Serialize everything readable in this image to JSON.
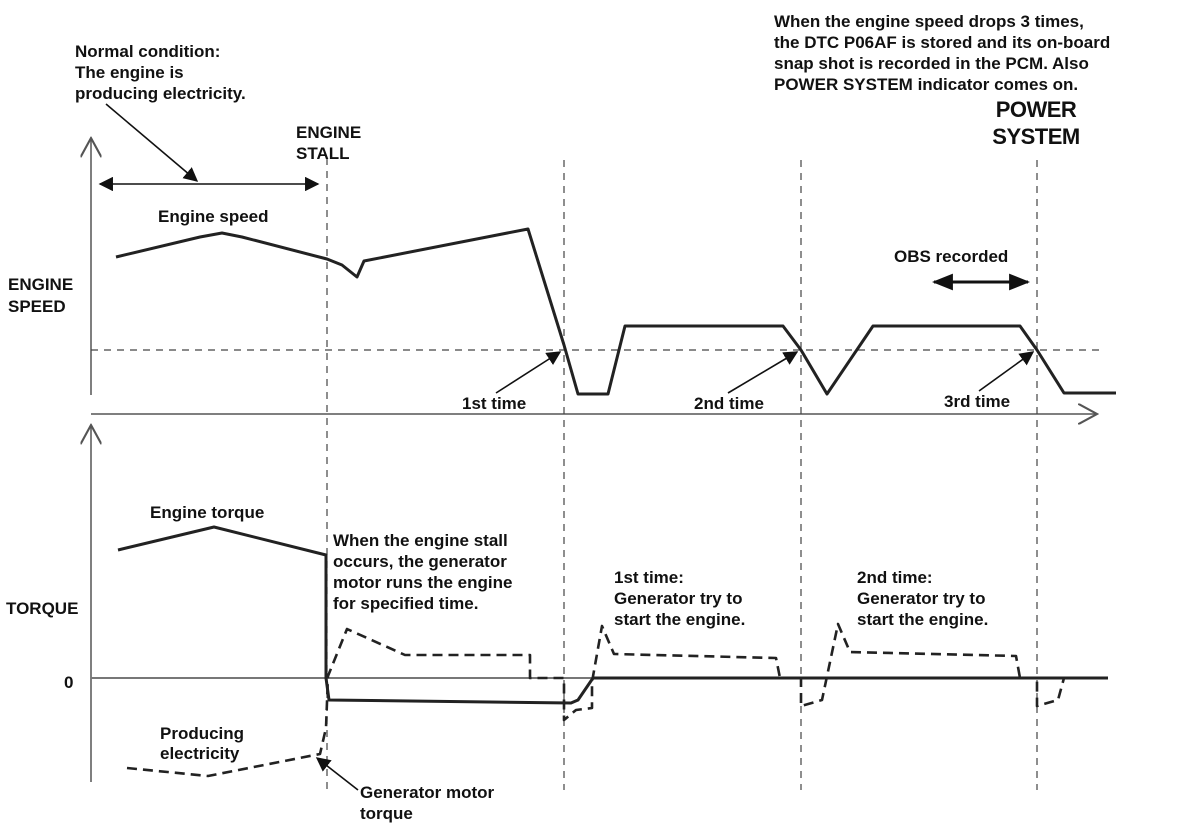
{
  "annotations": {
    "normal_condition": [
      "Normal condition:",
      "The engine is",
      "producing electricity."
    ],
    "engine_stall": [
      "ENGINE",
      "STALL"
    ],
    "dtc_note": [
      "When the engine speed drops 3 times,",
      "the DTC P06AF is stored and its on-board",
      "snap shot is recorded in the PCM. Also",
      "POWER SYSTEM indicator comes on."
    ],
    "power_system": [
      "POWER",
      "SYSTEM"
    ],
    "engine_speed_curve": "Engine speed",
    "obs_recorded": "OBS recorded",
    "first_time": "1st time",
    "second_time": "2nd time",
    "third_time": "3rd time",
    "engine_torque_curve": "Engine torque",
    "stall_note": [
      "When the engine stall",
      "occurs, the generator",
      "motor runs the engine",
      "for specified time."
    ],
    "gen_try_1": [
      "1st time:",
      "Generator try to",
      "start the engine."
    ],
    "gen_try_2": [
      "2nd time:",
      "Generator try to",
      "start the engine."
    ],
    "producing": [
      "Producing",
      "electricity"
    ],
    "gen_motor_torque": [
      "Generator motor",
      "torque"
    ]
  },
  "axes": {
    "top_ylabel": [
      "ENGINE",
      "SPEED"
    ],
    "bottom_ylabel": "TORQUE",
    "zero_tick": "0"
  }
}
